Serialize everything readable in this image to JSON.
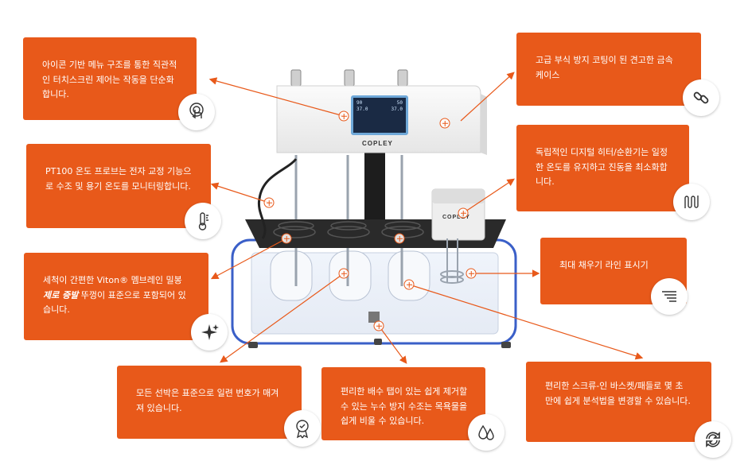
{
  "brand": {
    "main_label": "COPLEY",
    "heater_label": "COPLEY"
  },
  "screen": {
    "r1_left": "90",
    "r1_right": "50",
    "r2_left": "37.0",
    "r2_right": "37.0"
  },
  "callouts": {
    "touchscreen": {
      "text": "아이콘 기반 메뉴 구조를 통한 직관적인 터치스크린 제어는 작동을 단순화합니다.",
      "icon": "touch-icon"
    },
    "probe": {
      "text": "PT100 온도 프로브는 전자 교정 기능으로 수조 및 용기 온도를 모니터링합니다.",
      "icon": "thermometer-icon"
    },
    "membrane": {
      "text_a": "세척이 간편한 Viton® 멤브레인 밀봉 ",
      "text_em": "제로 증발",
      "text_b": " 뚜껑이 표준으로 포함되어 있습니다.",
      "icon": "sparkle-icon"
    },
    "serial": {
      "text": "모든 선박은 표준으로 일련 번호가 매겨져 있습니다.",
      "icon": "certificate-icon"
    },
    "drain": {
      "text": "편리한 배수 탭이 있는 쉽게 제거할 수 있는 누수 방지 수조는 목욕물을 쉽게 비울 수 있습니다.",
      "icon": "water-drops-icon"
    },
    "basket": {
      "text": "편리한 스크류-인 바스켓/패들로 몇 초 만에 쉽게 분석법을 변경할 수 있습니다.",
      "icon": "refresh-icon"
    },
    "casing": {
      "text": "고급 부식 방지 코팅이 된 견고한 금속 케이스",
      "icon": "chain-link-icon"
    },
    "heater": {
      "text": "독립적인 디지털 히터/순환기는 일정한 온도를 유지하고 진동을 최소화합니다.",
      "icon": "heater-coil-icon"
    },
    "fillline": {
      "text": "최대 채우기 라인 표시기",
      "icon": "fill-lines-icon"
    }
  },
  "colors": {
    "accent": "#e8591a",
    "frame": "#3a5fc8"
  }
}
